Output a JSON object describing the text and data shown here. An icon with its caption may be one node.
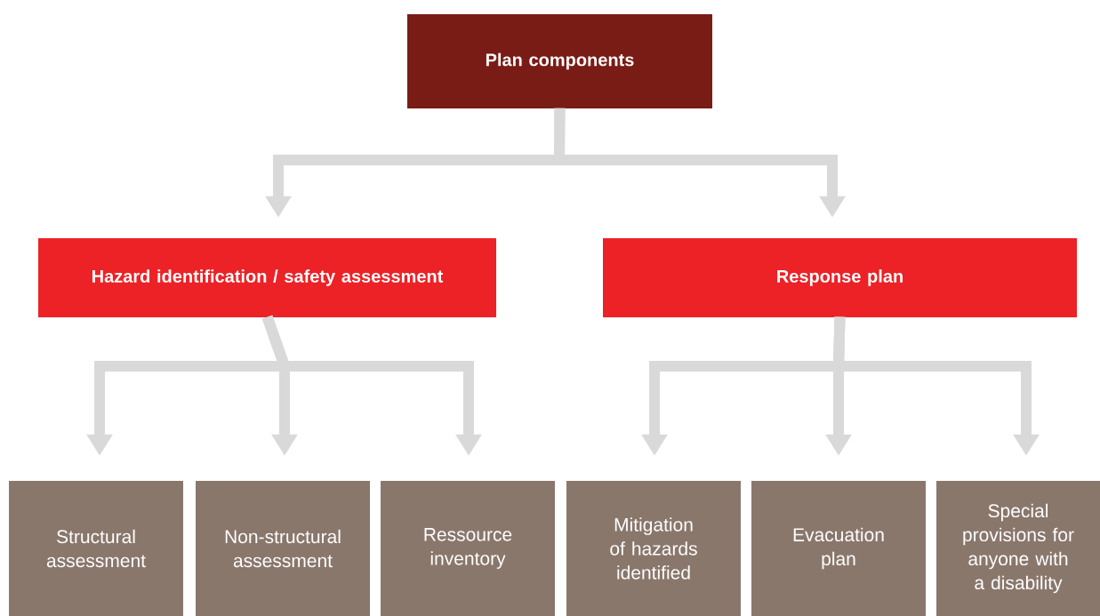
{
  "diagram": {
    "nodes": [
      {
        "text": [
          "Plan components"
        ]
      },
      {
        "text": [
          "Hazard identification / safety assessment"
        ]
      },
      {
        "text": [
          "Response plan"
        ]
      },
      {
        "text": [
          "Structural assessment"
        ]
      },
      {
        "text": [
          "Non-structural assessment"
        ]
      },
      {
        "text": [
          "Ressource inventory"
        ]
      },
      {
        "text": [
          "Mitigation of hazards identified"
        ]
      },
      {
        "text": [
          "Evacuation plan"
        ]
      },
      {
        "text": [
          "Special provisions for anyone with a disability"
        ]
      }
    ],
    "edges": [
      {
        "from": 0,
        "to": 1,
        "arrow": "to"
      },
      {
        "from": 0,
        "to": 2,
        "arrow": "to"
      },
      {
        "from": 1,
        "to": 3,
        "arrow": "to"
      },
      {
        "from": 1,
        "to": 4,
        "arrow": "to"
      },
      {
        "from": 1,
        "to": 5,
        "arrow": "to"
      },
      {
        "from": 2,
        "to": 6,
        "arrow": "to"
      },
      {
        "from": 2,
        "to": 7,
        "arrow": "to"
      },
      {
        "from": 2,
        "to": 8,
        "arrow": "to"
      }
    ]
  }
}
